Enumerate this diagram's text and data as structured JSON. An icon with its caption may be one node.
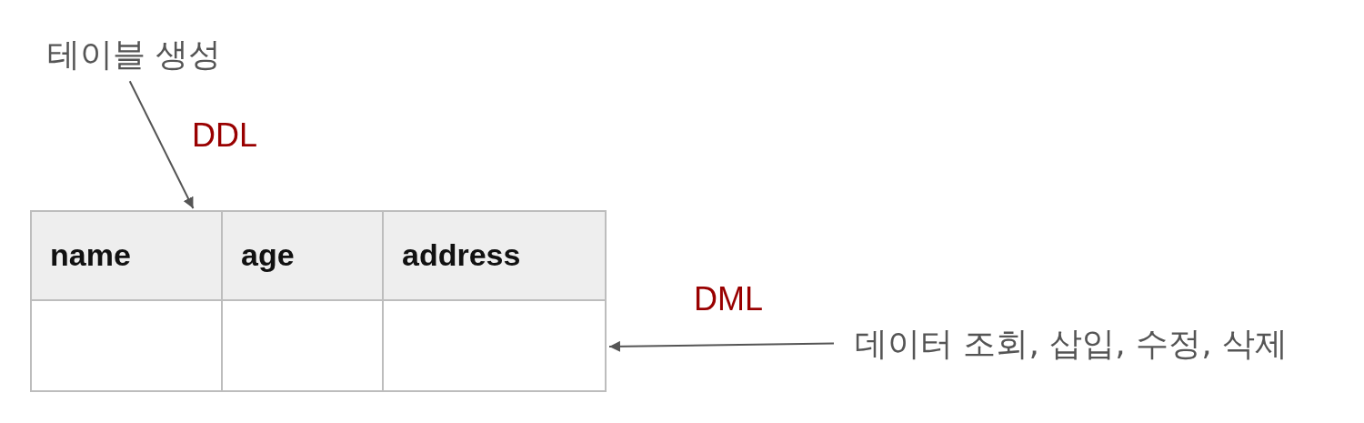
{
  "diagram": {
    "nodes": [
      {
        "text": [
          "테이블 생성"
        ]
      },
      {
        "text": [
          "name",
          "age",
          "address"
        ]
      },
      {
        "text": [
          "데이터 조회, 삽입, 수정, 삭제"
        ]
      }
    ],
    "edges": [
      {
        "from": 0,
        "to": 1,
        "arrow": "to",
        "label": "DDL"
      },
      {
        "from": 2,
        "to": 1,
        "arrow": "to",
        "label": "DML"
      }
    ]
  }
}
